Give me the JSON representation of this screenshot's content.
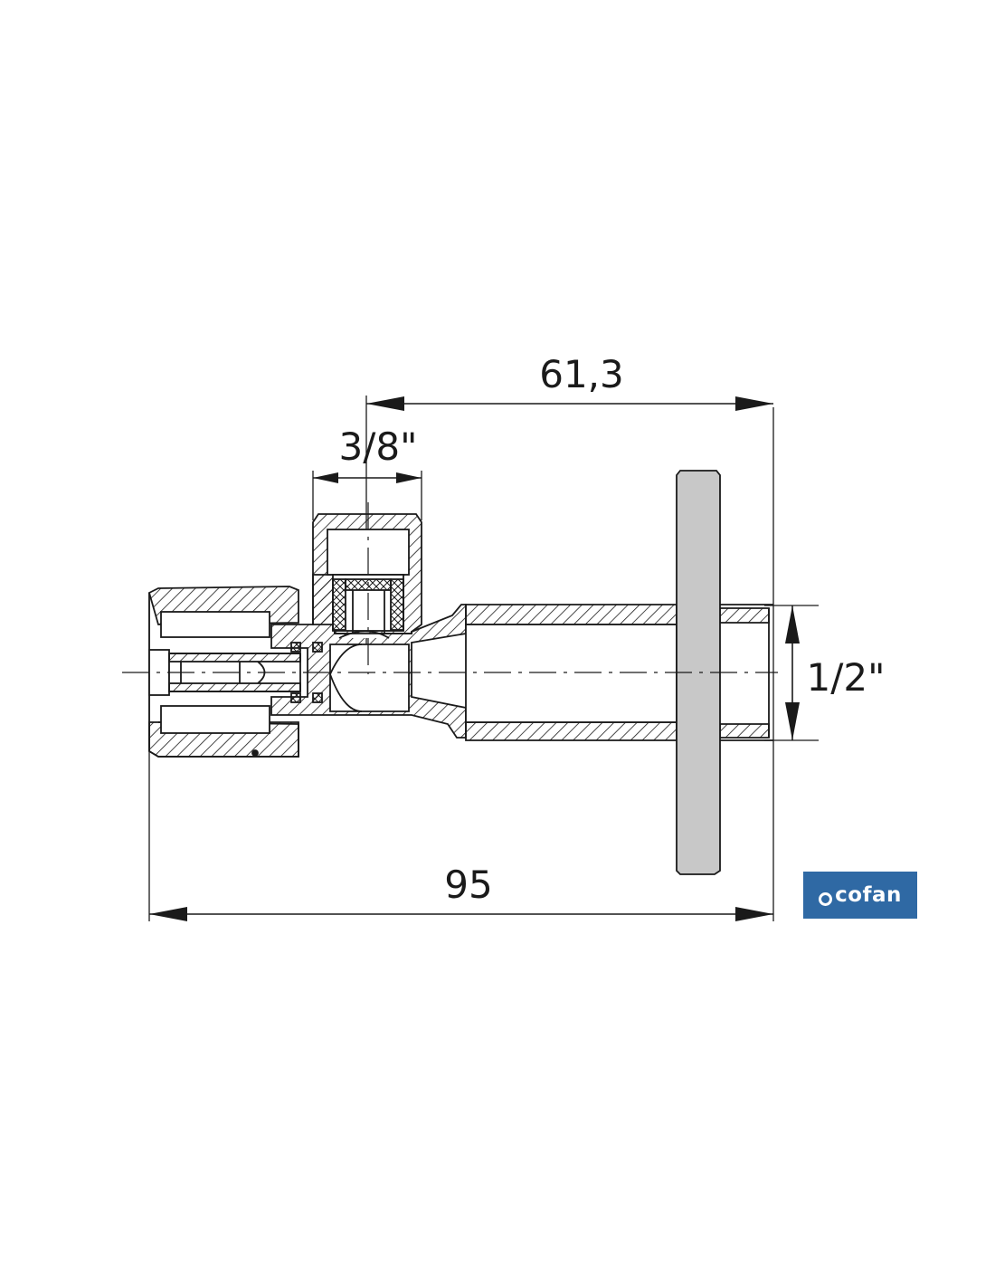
{
  "dimensions": {
    "top_length": "61,3",
    "inlet_size": "3/8\"",
    "outlet_size": "1/2\"",
    "total_length": "95"
  },
  "brand": {
    "name": "cofan",
    "color": "#2f69a4"
  },
  "colors": {
    "line": "#1a1a1a",
    "flange_fill": "#c8c8c8",
    "hatch": "#1a1a1a"
  }
}
